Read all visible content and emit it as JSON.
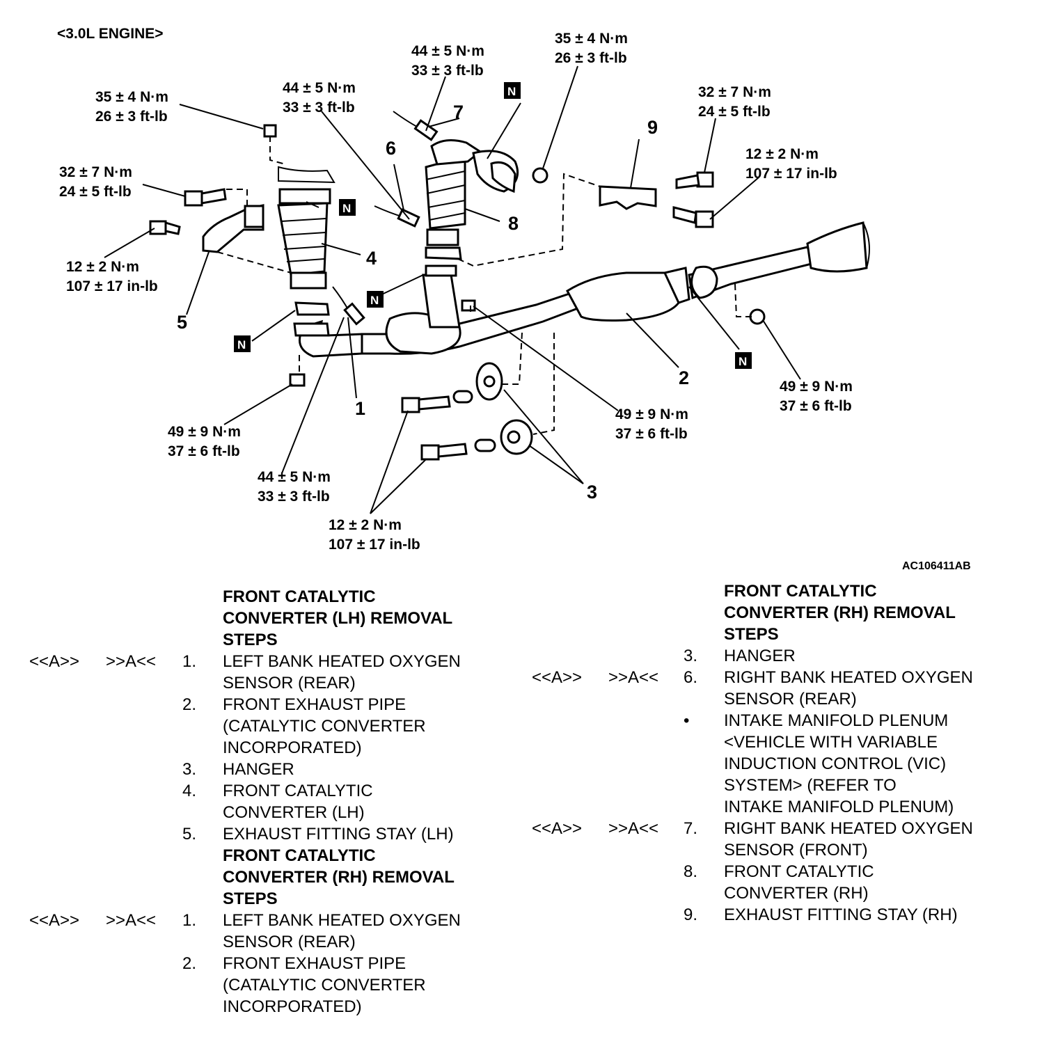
{
  "header": {
    "engine": "<3.0L ENGINE>",
    "figure_code": "AC106411AB"
  },
  "n_mark": "N",
  "callouts": {
    "c1": "1",
    "c2": "2",
    "c3": "3",
    "c4": "4",
    "c5": "5",
    "c6": "6",
    "c7": "7",
    "c8": "8",
    "c9": "9"
  },
  "torques": {
    "t_a": {
      "nm": "35 ± 4 N·m",
      "ft": "26 ± 3 ft-lb"
    },
    "t_b": {
      "nm": "44 ± 5 N·m",
      "ft": "33 ± 3 ft-lb"
    },
    "t_c": {
      "nm": "44 ± 5 N·m",
      "ft": "33 ± 3 ft-lb"
    },
    "t_d": {
      "nm": "35 ± 4 N·m",
      "ft": "26 ± 3 ft-lb"
    },
    "t_e": {
      "nm": "32 ± 7 N·m",
      "ft": "24 ± 5 ft-lb"
    },
    "t_f": {
      "nm": "32 ± 7 N·m",
      "ft": "24 ± 5 ft-lb"
    },
    "t_g": {
      "nm": "12 ± 2 N·m",
      "ft": "107 ± 17 in-lb"
    },
    "t_h": {
      "nm": "12 ± 2 N·m",
      "ft": "107 ± 17 in-lb"
    },
    "t_i": {
      "nm": "49 ± 9 N·m",
      "ft": "37 ± 6 ft-lb"
    },
    "t_j": {
      "nm": "49 ± 9 N·m",
      "ft": "37 ± 6 ft-lb"
    },
    "t_k": {
      "nm": "49 ± 9 N·m",
      "ft": "37 ± 6 ft-lb"
    },
    "t_l": {
      "nm": "44 ± 5 N·m",
      "ft": "33 ± 3 ft-lb"
    },
    "t_m": {
      "nm": "12 ± 2 N·m",
      "ft": "107 ± 17 in-lb"
    }
  },
  "procedure_left": {
    "heading1": [
      "FRONT CATALYTIC",
      "CONVERTER (LH) REMOVAL",
      "STEPS"
    ],
    "steps1": [
      {
        "mark_a": "<<A>>",
        "mark_b": ">>A<<",
        "num": "1.",
        "lines": [
          "LEFT BANK HEATED OXYGEN",
          "SENSOR (REAR)"
        ]
      },
      {
        "mark_a": "",
        "mark_b": "",
        "num": "2.",
        "lines": [
          "FRONT EXHAUST PIPE",
          "(CATALYTIC CONVERTER",
          "INCORPORATED)"
        ]
      },
      {
        "mark_a": "",
        "mark_b": "",
        "num": "3.",
        "lines": [
          "HANGER"
        ]
      },
      {
        "mark_a": "",
        "mark_b": "",
        "num": "4.",
        "lines": [
          "FRONT CATALYTIC",
          "CONVERTER (LH)"
        ]
      },
      {
        "mark_a": "",
        "mark_b": "",
        "num": "5.",
        "lines": [
          "EXHAUST FITTING STAY (LH)"
        ]
      }
    ],
    "heading2": [
      "FRONT CATALYTIC",
      "CONVERTER (RH) REMOVAL",
      "STEPS"
    ],
    "steps2": [
      {
        "mark_a": "<<A>>",
        "mark_b": ">>A<<",
        "num": "1.",
        "lines": [
          "LEFT BANK HEATED OXYGEN",
          "SENSOR (REAR)"
        ]
      },
      {
        "mark_a": "",
        "mark_b": "",
        "num": "2.",
        "lines": [
          "FRONT EXHAUST PIPE",
          "(CATALYTIC CONVERTER",
          "INCORPORATED)"
        ]
      }
    ]
  },
  "procedure_right": {
    "heading": [
      "FRONT CATALYTIC",
      "CONVERTER (RH) REMOVAL",
      "STEPS"
    ],
    "steps": [
      {
        "mark_a": "",
        "mark_b": "",
        "num": "3.",
        "lines": [
          "HANGER"
        ]
      },
      {
        "mark_a": "<<A>>",
        "mark_b": ">>A<<",
        "num": "6.",
        "lines": [
          "RIGHT BANK HEATED OXYGEN",
          "SENSOR (REAR)"
        ]
      },
      {
        "mark_a": "",
        "mark_b": "",
        "num": "•",
        "lines": [
          "INTAKE MANIFOLD PLENUM",
          "<VEHICLE WITH VARIABLE",
          "INDUCTION CONTROL (VIC)",
          "SYSTEM> (REFER TO",
          "INTAKE MANIFOLD PLENUM)"
        ]
      },
      {
        "mark_a": "<<A>>",
        "mark_b": ">>A<<",
        "num": "7.",
        "lines": [
          "RIGHT BANK HEATED OXYGEN",
          "SENSOR (FRONT)"
        ]
      },
      {
        "mark_a": "",
        "mark_b": "",
        "num": "8.",
        "lines": [
          "FRONT CATALYTIC",
          "CONVERTER (RH)"
        ]
      },
      {
        "mark_a": "",
        "mark_b": "",
        "num": "9.",
        "lines": [
          "EXHAUST FITTING STAY (RH)"
        ]
      }
    ]
  }
}
